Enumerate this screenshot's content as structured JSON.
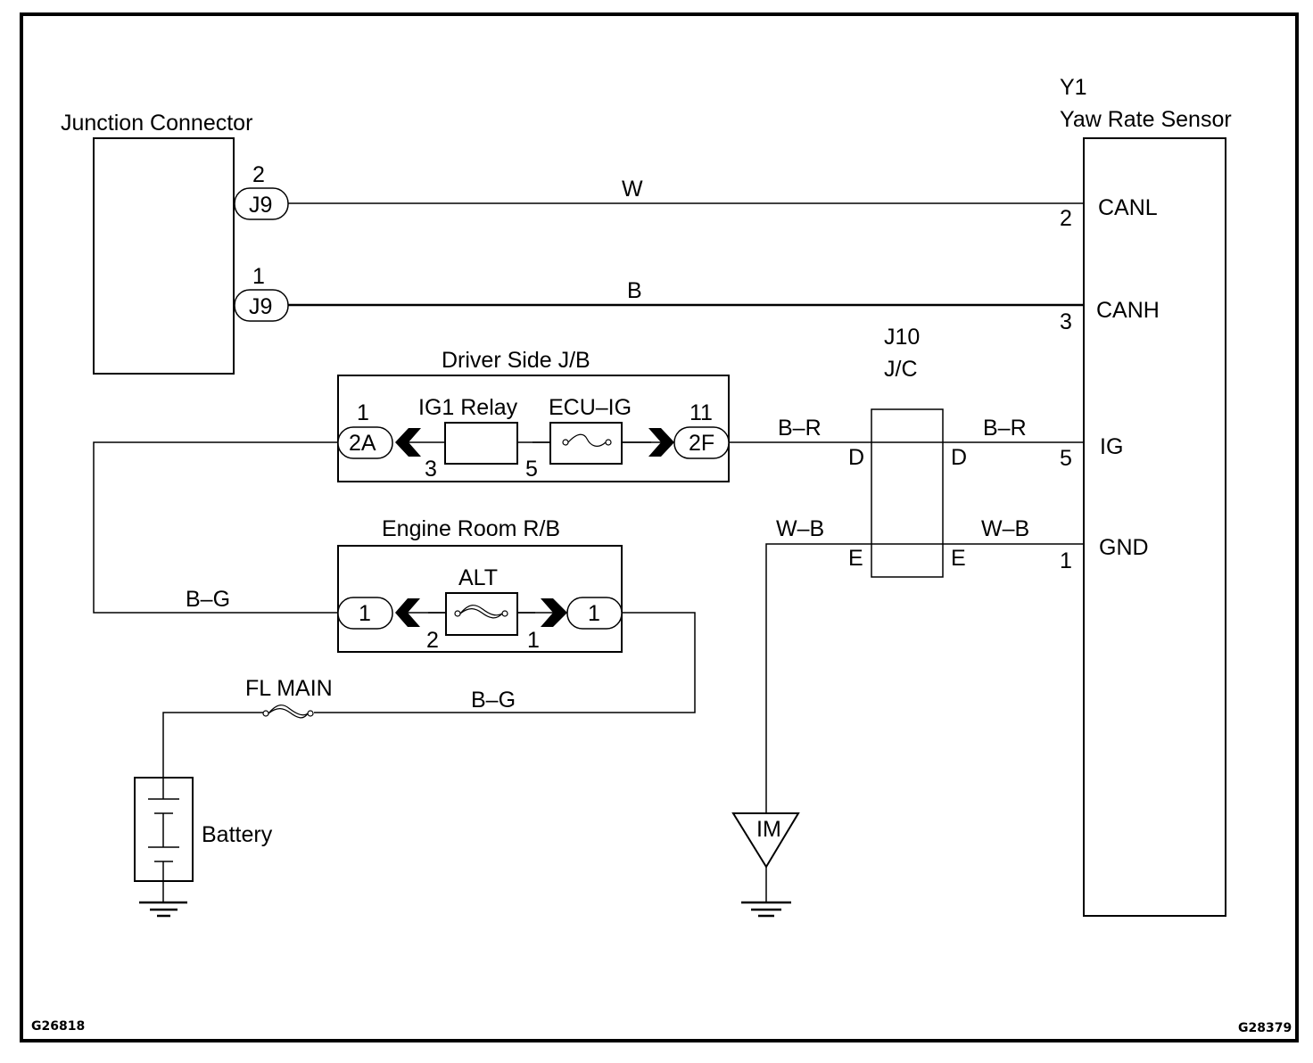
{
  "diagram": {
    "figure_ids": {
      "left": "G26818",
      "right": "G28379"
    },
    "junction_connector": {
      "title": "Junction Connector",
      "pins": [
        {
          "pin": "2",
          "connector": "J9"
        },
        {
          "pin": "1",
          "connector": "J9"
        }
      ]
    },
    "yaw_rate_sensor": {
      "code": "Y1",
      "title": "Yaw Rate Sensor",
      "terminals": [
        {
          "pin": "2",
          "name": "CANL"
        },
        {
          "pin": "3",
          "name": "CANH"
        },
        {
          "pin": "5",
          "name": "IG"
        },
        {
          "pin": "1",
          "name": "GND"
        }
      ]
    },
    "wires": {
      "canl": "W",
      "canh": "B",
      "ig_left": "B–R",
      "ig_right": "B–R",
      "gnd_left": "W–B",
      "gnd_right": "W–B",
      "bg_upper": "B–G",
      "bg_lower": "B–G"
    },
    "driver_side_jb": {
      "title": "Driver Side J/B",
      "left_pin": "1",
      "left_connector": "2A",
      "relay_label": "IG1 Relay",
      "relay_pin_left": "3",
      "relay_pin_right": "5",
      "fuse_label": "ECU–IG",
      "right_pin": "11",
      "right_connector": "2F"
    },
    "engine_room_rb": {
      "title": "Engine Room R/B",
      "fuse_label": "ALT",
      "left_connector": "1",
      "right_connector": "1",
      "fuse_pin_left": "2",
      "fuse_pin_right": "1"
    },
    "j10": {
      "code": "J10",
      "type": "J/C",
      "pin_d_left": "D",
      "pin_d_right": "D",
      "pin_e_left": "E",
      "pin_e_right": "E"
    },
    "fl_main": {
      "label": "FL MAIN"
    },
    "battery": {
      "label": "Battery"
    },
    "ground_point": {
      "label": "IM"
    }
  }
}
